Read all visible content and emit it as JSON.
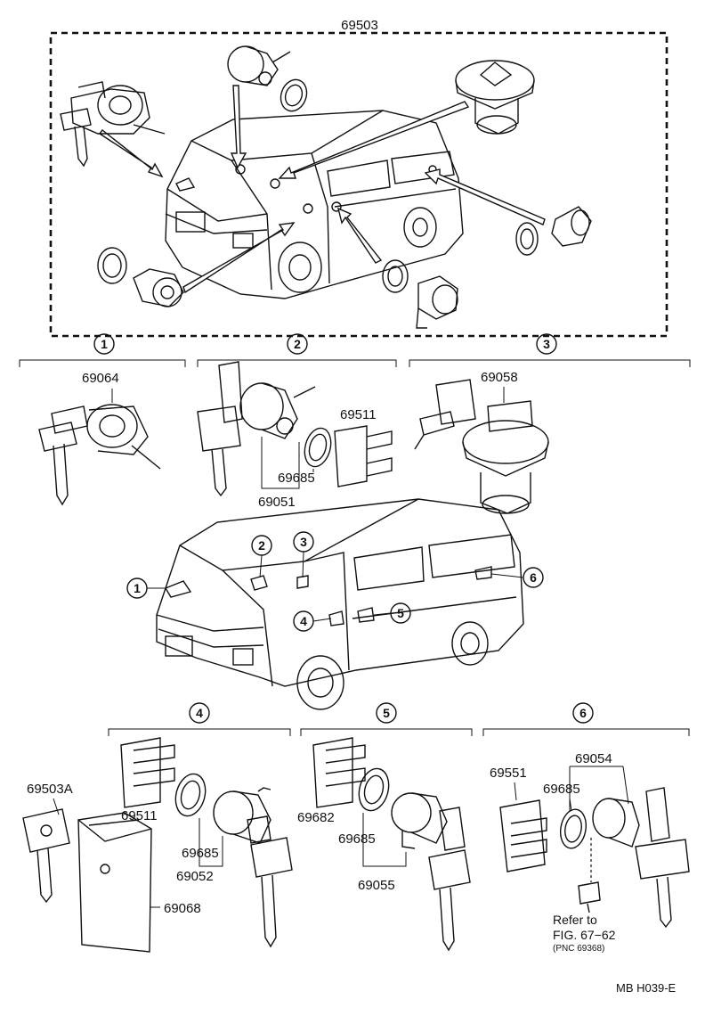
{
  "labels": {
    "assembly": "69503",
    "p69064": "69064",
    "p69685_g2": "69685",
    "p69051": "69051",
    "p69511_g2": "69511",
    "p69058": "69058",
    "p69503A": "69503A",
    "p69511_g4": "69511",
    "p69685_g4": "69685",
    "p69052": "69052",
    "p69068": "69068",
    "p69682": "69682",
    "p69685_g5": "69685",
    "p69055": "69055",
    "p69551": "69551",
    "p69685_g6": "69685",
    "p69054": "69054",
    "refer_line1": "Refer to",
    "refer_line2": "FIG. 67−62",
    "refer_pnc": "(PNC 69368)",
    "drawing_code": "MB H039-E"
  },
  "callouts": {
    "c1": "1",
    "c2": "2",
    "c3": "3",
    "c4": "4",
    "c5": "5",
    "c6": "6"
  }
}
